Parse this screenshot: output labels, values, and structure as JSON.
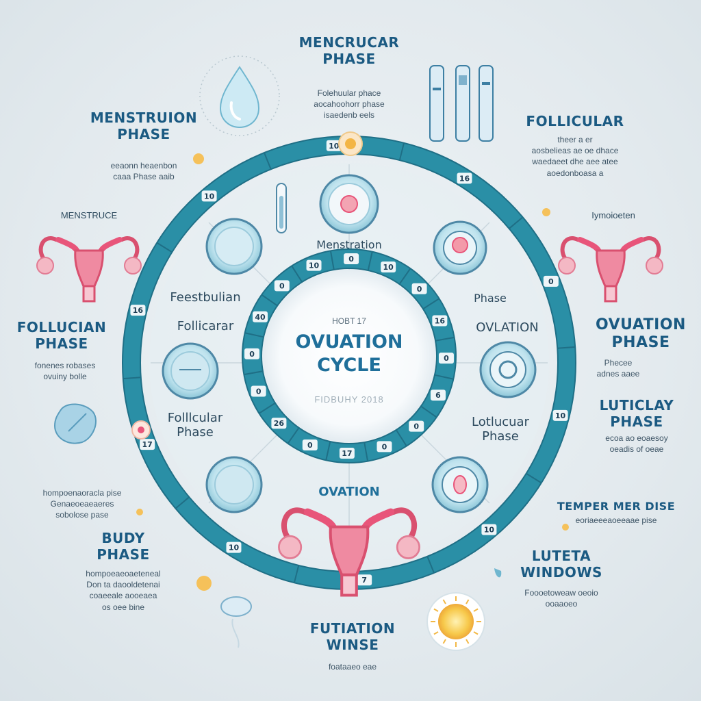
{
  "center": {
    "small": "HOBT 17",
    "title_line1": "OVUATION",
    "title_line2": "CYCLE",
    "year": "FIDBUHY 2018"
  },
  "outer_ring_numbers": [
    "10",
    "16",
    "0",
    "10",
    "10",
    "7",
    "10",
    "17",
    "16",
    "10"
  ],
  "inner_ring_numbers": [
    "0",
    "10",
    "0",
    "16",
    "0",
    "6",
    "0",
    "0",
    "17",
    "0",
    "26",
    "0",
    "0",
    "40",
    "0",
    "10"
  ],
  "labels": {
    "top_title": "MENCRUCAR\nPHASE",
    "top_sub": "Folehuular phace\naocahoohorr phase\nisaedenb eels",
    "mens_title": "MENSTRUION\nPHASE",
    "mens_sub": "eeaonn heaenbon\ncaaa Phase aaib",
    "foll_tr_title": "FOLLICULAR",
    "foll_tr_sub": "theer a er\naosbelieas ae oe dhace\nwaedaeet dhe aee atee\naoedonboasa a",
    "uterus_l_label": "MENSTRUCE",
    "uterus_r_label": "Iymoioeten",
    "follucian_title": "FOLLUCIAN\nPHASE",
    "follucian_sub": "fonenes robases\novuiny bolle",
    "ovulation_title": "OVUATION\nPHASE",
    "ovulation_sub": "Phecee\nadnes aaee",
    "luticlay_title": "LUTICLAY\nPHASE",
    "luticlay_sub": "ecoa ao eoaesoy\noeadis of oeae",
    "hormone_sub": "hompoenaoracla pise\nGenaeoeaeaeres\nsobolose pase",
    "temper_title": "TEMPER MER DISE",
    "temper_sub": "eoriaeeeaoeeaae pise",
    "budy_title": "BUDY\nPHASE",
    "budy_sub": "hompoeaeoaeteneal\nDon ta daooldetenai\ncoaeeale aooeaea\nos oee bine",
    "luteta_title": "LUTETA\nWINDOWS",
    "luteta_sub": "Foooetoweaw oeoio\nooaaoeo",
    "fut_title": "FUTIATION\nWINSE",
    "fut_sub": "foataaeo eae",
    "in_menstration": "Menstration",
    "in_feestbulan": "Feestbulian",
    "in_follicarar": "Follicarar",
    "in_phase": "Phase",
    "in_ovlation": "OVLATION",
    "in_follicular": "Folllcular\nPhase",
    "in_lotlucular": "Lotlucuar\nPhase",
    "in_ovation": "OVATION"
  },
  "colors": {
    "ring": "#2a8fa6",
    "ring_dark": "#1f6f86",
    "accent_pink": "#e8557a",
    "accent_yellow": "#f2c14e"
  },
  "icons": [
    "water-drop-icon",
    "test-strip-icon",
    "uterus-icon",
    "follicle-cell-icon",
    "egg-icon",
    "thermometer-icon",
    "sun-icon",
    "capsule-icon"
  ]
}
